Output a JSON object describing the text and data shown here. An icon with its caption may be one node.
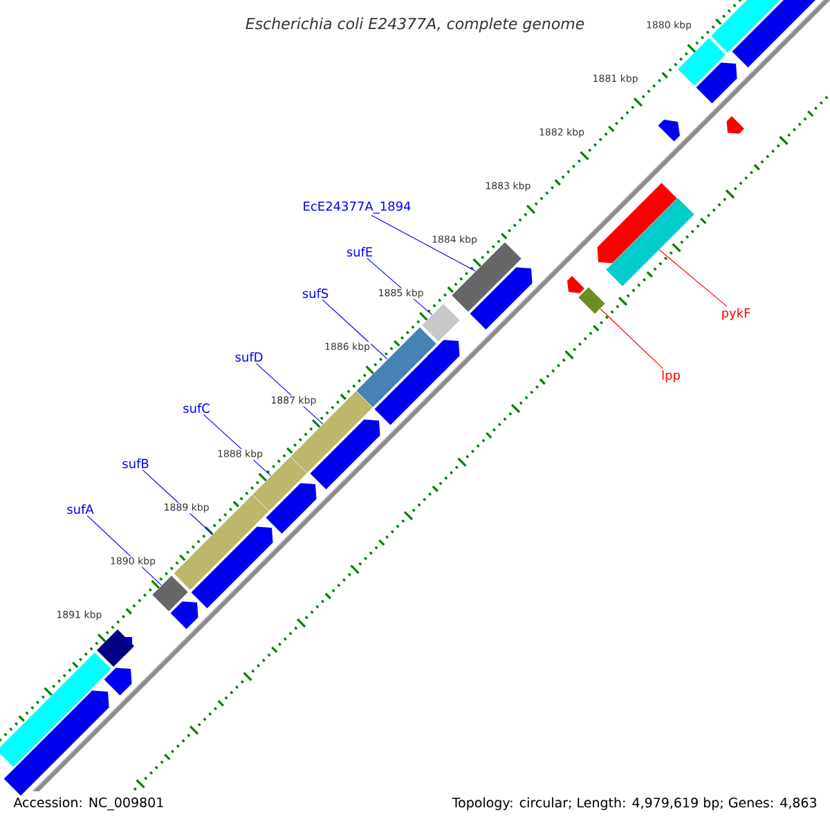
{
  "diagram": {
    "title": "Escherichia coli E24377A, complete genome",
    "nodes": [
      {
        "text": [
          "EcE24377A_1894"
        ]
      },
      {
        "text": [
          "sufE"
        ]
      },
      {
        "text": [
          "sufS"
        ]
      },
      {
        "text": [
          "sufD"
        ]
      },
      {
        "text": [
          "sufC"
        ]
      },
      {
        "text": [
          "sufB"
        ]
      },
      {
        "text": [
          "sufA"
        ]
      },
      {
        "text": [
          "pykF"
        ]
      },
      {
        "text": [
          "lpp"
        ]
      },
      {
        "text": [],
        "shape": "bar"
      },
      {
        "text": [],
        "shape": "bar"
      },
      {
        "text": [],
        "shape": "bar"
      },
      {
        "text": [],
        "shape": "bar"
      },
      {
        "text": [],
        "shape": "bar"
      },
      {
        "text": [],
        "shape": "bar"
      },
      {
        "text": [],
        "shape": "bar"
      },
      {
        "text": [],
        "shape": "bar"
      },
      {
        "text": [],
        "shape": "bar"
      },
      {
        "text": [],
        "shape": "bar"
      },
      {
        "text": [],
        "shape": "arrow"
      }
    ],
    "edges": [
      {
        "from": 0,
        "to": 9,
        "arrow": "none"
      },
      {
        "from": 1,
        "to": 10,
        "arrow": "none"
      },
      {
        "from": 2,
        "to": 11,
        "arrow": "none"
      },
      {
        "from": 3,
        "to": 12,
        "arrow": "none"
      },
      {
        "from": 4,
        "to": 13,
        "arrow": "none"
      },
      {
        "from": 5,
        "to": 14,
        "arrow": "none"
      },
      {
        "from": 6,
        "to": 15,
        "arrow": "none"
      },
      {
        "from": 7,
        "to": 16,
        "arrow": "none",
        "color": "#ff0000"
      },
      {
        "from": 8,
        "to": 17,
        "arrow": "none",
        "color": "#ff0000"
      }
    ],
    "labels": [
      "1880 kbp",
      "1881 kbp",
      "1882 kbp",
      "1883 kbp",
      "1884 kbp",
      "1885 kbp",
      "1886 kbp",
      "1887 kbp",
      "1888 kbp",
      "1889 kbp",
      "1890 kbp",
      "1891 kbp",
      "Accession: NC_009801",
      "Topology: circular; Length: 4,979,619 bp; Genes: 4,863"
    ]
  }
}
